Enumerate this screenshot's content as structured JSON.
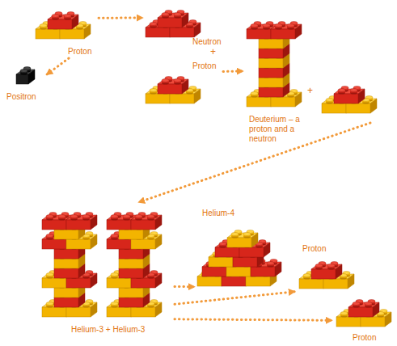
{
  "diagram": {
    "nodes": [
      {
        "text": [
          "Proton"
        ]
      },
      {
        "text": [
          "Positron"
        ]
      },
      {
        "text": [
          "Neutron"
        ]
      },
      {
        "text": [
          "Proton"
        ]
      },
      {
        "text": [
          "Deuterium – a proton and a neutron"
        ]
      },
      {
        "text": [
          "Helium-3 + Helium-3"
        ]
      },
      {
        "text": [
          "Helium-4"
        ]
      },
      {
        "text": [
          "Proton"
        ]
      },
      {
        "text": [
          "Proton"
        ]
      }
    ],
    "edges": [
      {
        "from": 0,
        "to": 2,
        "arrow": "to"
      },
      {
        "from": 0,
        "to": 1,
        "arrow": "to"
      },
      {
        "from": 3,
        "to": 4,
        "arrow": "to"
      },
      {
        "from": 5,
        "to": 6,
        "arrow": "to"
      },
      {
        "from": 5,
        "to": 7,
        "arrow": "to"
      },
      {
        "from": 5,
        "to": 8,
        "arrow": "to"
      }
    ],
    "labels": [
      "+",
      "+"
    ]
  }
}
